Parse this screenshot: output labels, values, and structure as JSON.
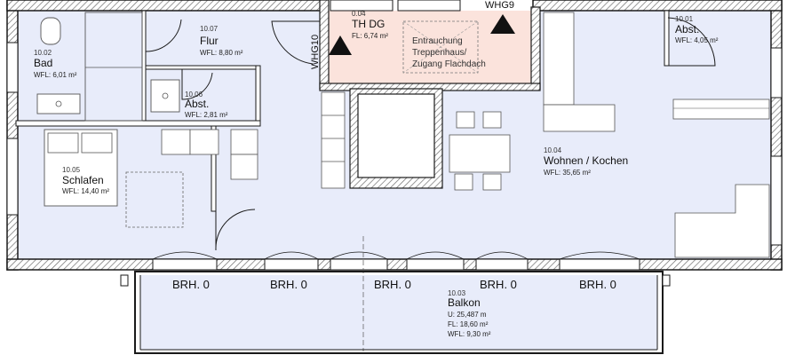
{
  "colors": {
    "room_fill": "#e8ecfa",
    "stair_fill": "#fbe3dc",
    "wall": "#1a1a1a",
    "hatch": "#7a7a7a",
    "furniture": "#ffffff"
  },
  "rooms": {
    "bad": {
      "id": "10.02",
      "name": "Bad",
      "area": "WFL: 6,01 m²"
    },
    "flur": {
      "id": "10.07",
      "name": "Flur",
      "area": "WFL: 8,80 m²"
    },
    "abst_small": {
      "id": "10.06",
      "name": "Abst.",
      "area": "WFL: 2,81 m²"
    },
    "schlafen": {
      "id": "10.05",
      "name": "Schlafen",
      "area": "WFL: 14,40 m²"
    },
    "th_dg": {
      "id": "0.04",
      "name": "TH DG",
      "area": "FL: 6,74 m²"
    },
    "abst_right": {
      "id": "10.01",
      "name": "Abst.",
      "area": "WFL: 4,05 m²"
    },
    "wohnen": {
      "id": "10.04",
      "name": "Wohnen / Kochen",
      "area": "WFL: 35,65 m²"
    },
    "balkon": {
      "id": "10.03",
      "name": "Balkon",
      "perimeter": "U: 25,487 m",
      "area_fl": "FL: 18,60 m²",
      "area_wfl": "WFL: 9,30 m²"
    }
  },
  "stair_note": [
    "Entrauchung",
    "Treppenhaus/",
    "Zugang Flachdach"
  ],
  "unit_tags": {
    "left": "WHG10",
    "right": "WHG9"
  },
  "window_labels": [
    "BRH. 0",
    "BRH. 0",
    "BRH. 0",
    "BRH. 0",
    "BRH. 0"
  ]
}
